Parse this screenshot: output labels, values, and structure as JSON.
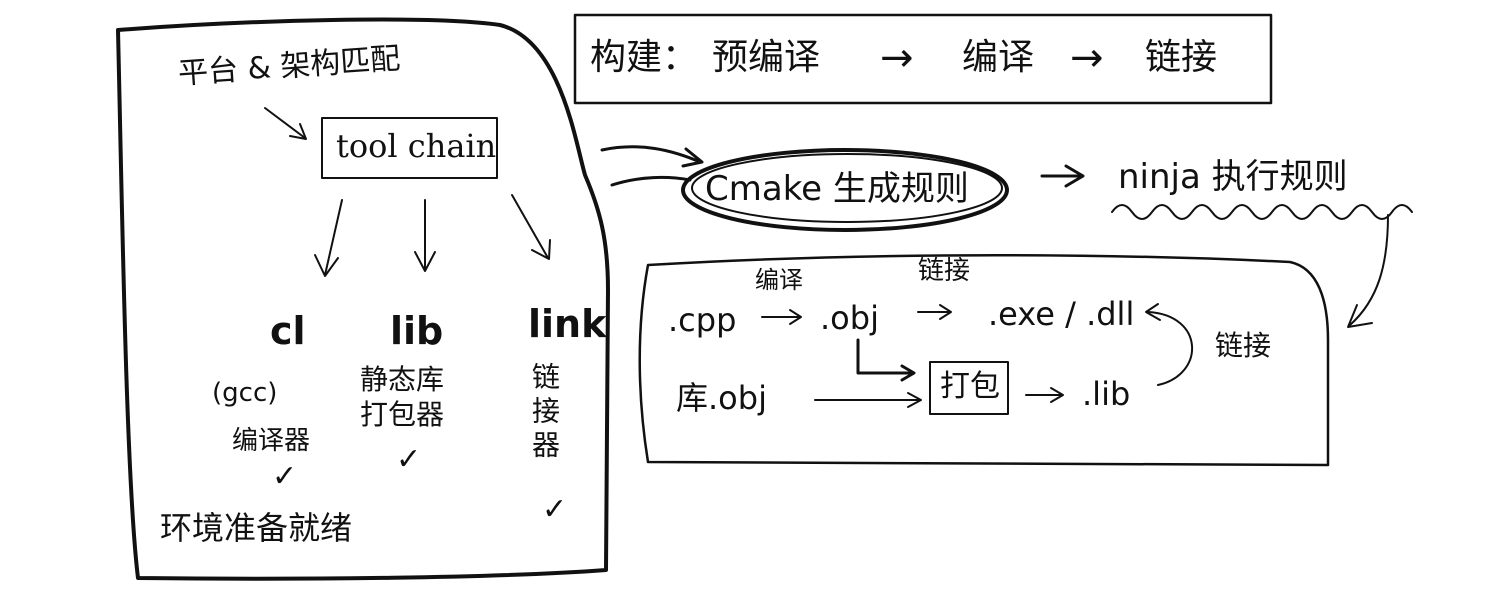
{
  "left_panel": {
    "platform_label": "平台 & 架构匹配",
    "toolchain": "tool chain",
    "tools": [
      {
        "name": "cl",
        "sub": "(gcc)",
        "desc": "编译器",
        "check": "✓"
      },
      {
        "name": "lib",
        "sub": "",
        "desc": "静态库打包器",
        "check": "✓"
      },
      {
        "name": "link",
        "sub": "",
        "desc": "链接器",
        "check": "✓"
      }
    ],
    "env_ready": "环境准备就绪"
  },
  "build_steps": {
    "label": "构建：",
    "steps": [
      "预编译",
      "编译",
      "链接"
    ],
    "arrow": "→"
  },
  "cmake_flow": {
    "cmake": "Cmake 生成规则",
    "ninja": "ninja 执行规则",
    "arrow": "→"
  },
  "compile_flow": {
    "cpp": ".cpp",
    "compile_label": "编译",
    "obj": ".obj",
    "link_label_top": "链接",
    "exe_dll": ".exe / .dll",
    "lib_obj": "库.obj",
    "pack": "打包",
    "lib": ".lib",
    "link_label_side": "链接"
  },
  "colors": {
    "ink": "#111111",
    "background": "#ffffff"
  }
}
